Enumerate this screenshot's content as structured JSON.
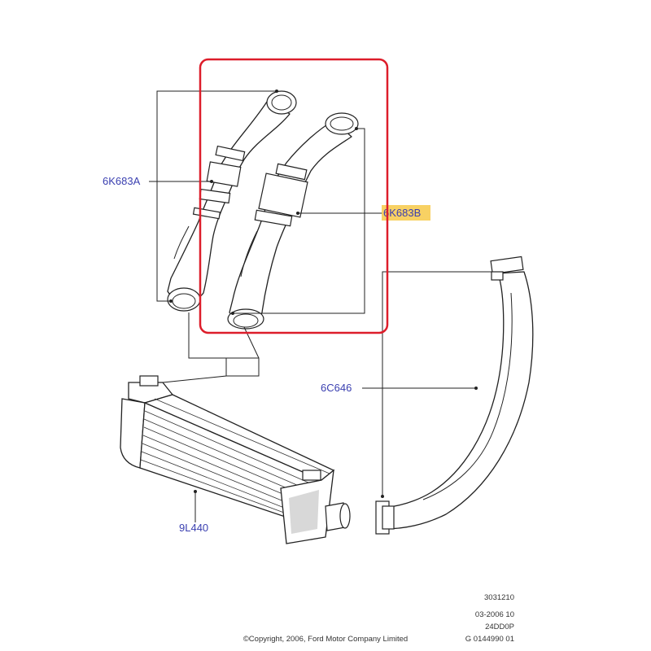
{
  "diagram": {
    "parts": [
      {
        "id": "hose-left",
        "label": "6K683A"
      },
      {
        "id": "hose-right",
        "label": "6K683B"
      },
      {
        "id": "hose-long",
        "label": "6C646"
      },
      {
        "id": "intercooler",
        "label": "9L440"
      }
    ],
    "reference_codes": [
      "3031210",
      "03-2006 10",
      "24DD0P",
      "G 0144990 01"
    ],
    "copyright": "©Copyright, 2006, Ford Motor Company Limited",
    "colors": {
      "label_text": "#3a3fb0",
      "highlight_box": "#dd1d2a",
      "label_highlight": "#f7c948",
      "line": "#222222"
    }
  }
}
